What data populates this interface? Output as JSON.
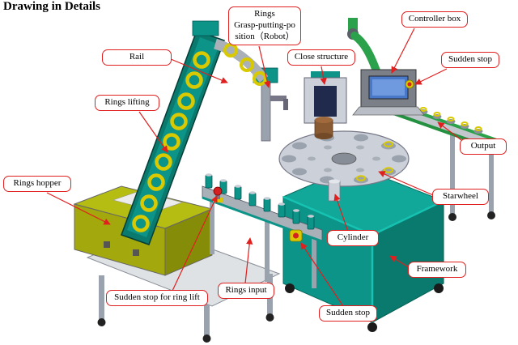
{
  "title": "Drawing in Details",
  "labels": {
    "rail": "Rail",
    "rings_lifting": "Rings lifting",
    "rings_hopper": "Rings hopper",
    "robot": "Rings\nGrasp-putting-po\nsition（Robot）",
    "close_structure": "Close structure",
    "controller_box": "Controller box",
    "sudden_stop_top": "Sudden stop",
    "output": "Output",
    "starwheel": "Starwheel",
    "cylinder": "Cylinder",
    "framework": "Framework",
    "rings_input": "Rings input",
    "sudden_stop_bottom": "Sudden stop",
    "sudden_stop_ring_lift": "Sudden stop for ring lift"
  },
  "colors": {
    "accent": "#e01f1f",
    "machine-teal": "#0d9488",
    "machine-teal-dark": "#0a7a6e",
    "frame-cyan": "#16c2b2",
    "hopper-olive": "#a3a80c",
    "hopper-olive-dark": "#858c08",
    "ring-yellow": "#d9c900",
    "conveyor-green": "#2aa14a",
    "screen-blue": "#4a78c8",
    "metal-gray": "#9aa2ad",
    "metal-light": "#ccd1d9"
  }
}
